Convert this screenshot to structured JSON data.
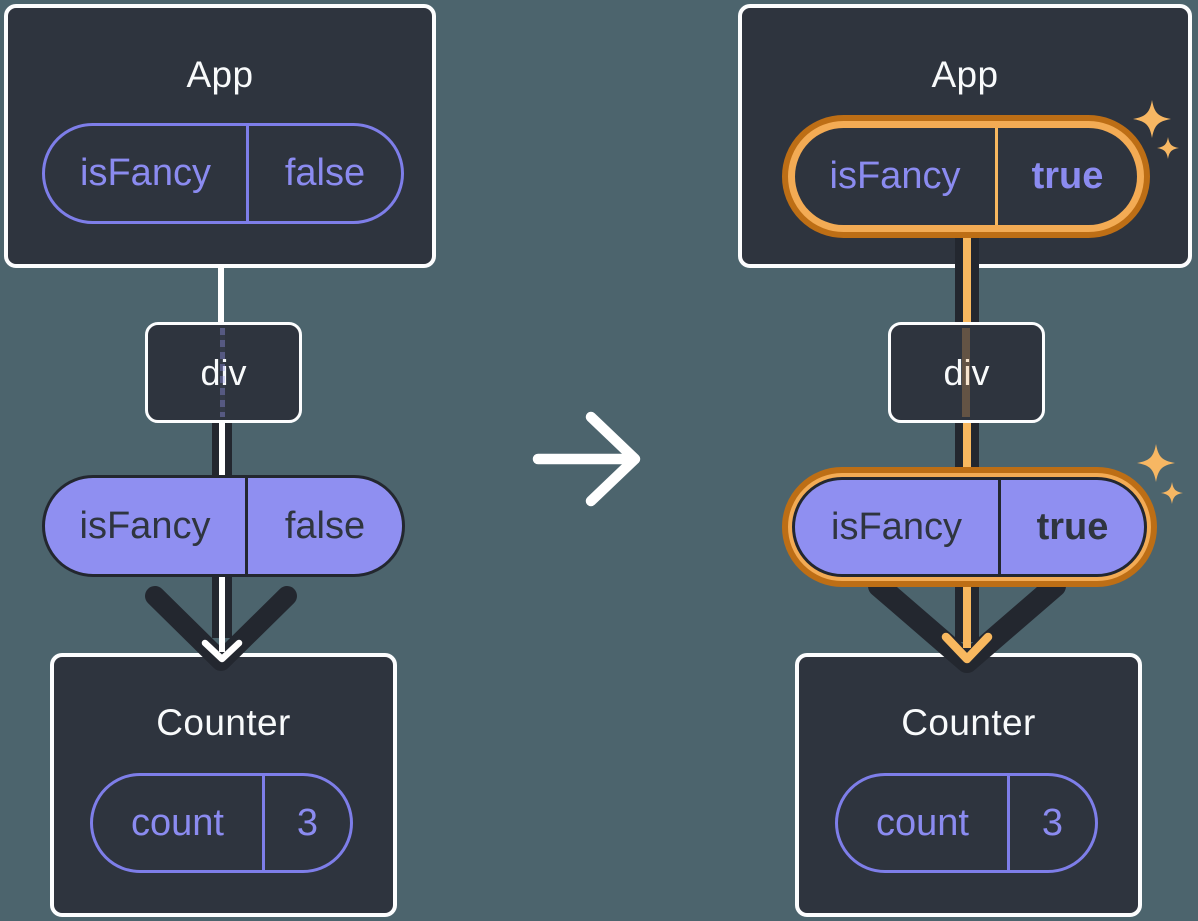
{
  "diagram": {
    "description": "React props flow: App passes isFancy through div to Counter; before and after state change",
    "before": {
      "app": {
        "title": "App",
        "prop_name": "isFancy",
        "prop_value": "false"
      },
      "div_label": "div",
      "passed_prop": {
        "name": "isFancy",
        "value": "false"
      },
      "counter": {
        "title": "Counter",
        "state_name": "count",
        "state_value": "3"
      }
    },
    "after": {
      "app": {
        "title": "App",
        "prop_name": "isFancy",
        "prop_value": "true"
      },
      "div_label": "div",
      "passed_prop": {
        "name": "isFancy",
        "value": "true"
      },
      "counter": {
        "title": "Counter",
        "state_name": "count",
        "state_value": "3"
      }
    }
  },
  "colors": {
    "background": "#4C646D",
    "surface": "#2E343E",
    "card_border": "#FCFDFE",
    "arrow_dark": "#23272F",
    "purple": "#8B8BF0",
    "purple_fill": "#8F8FF1",
    "highlight_outer": "#BD6E15",
    "highlight_inner": "#F3AB54",
    "flow_orange": "#F8B85F",
    "sparkle": "#F7B763",
    "white": "#FFFFFF"
  }
}
